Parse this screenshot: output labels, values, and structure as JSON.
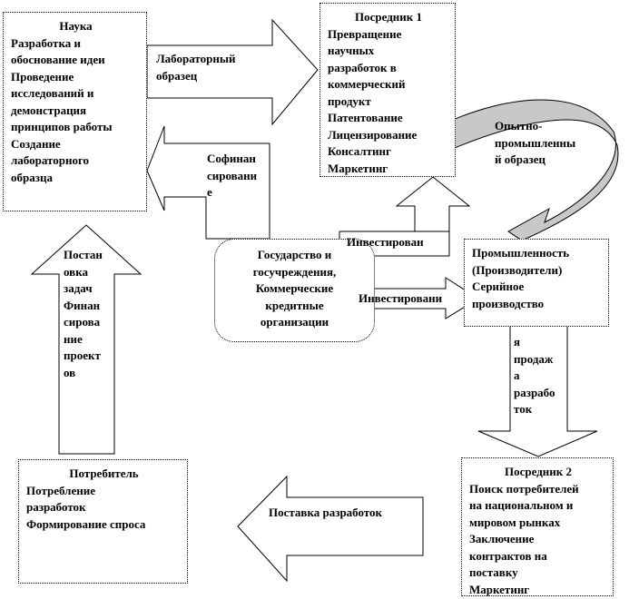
{
  "nauka": {
    "title": "Наука",
    "lines": [
      "Разработка и",
      "обоснование идеи",
      "Проведение",
      "исследований и",
      "демонстрация",
      "принципов работы",
      "Создание",
      "лабораторного",
      "образца"
    ]
  },
  "posrednik1": {
    "title": "Посредник 1",
    "lines": [
      "Превращение",
      "научных",
      "разработок в",
      "коммерческий",
      "продукт",
      "Патентование",
      "Лицензирование",
      "Консалтинг",
      "Маркетинг"
    ]
  },
  "promyshlennost": {
    "title_lines": [
      "Промышленность",
      "(Производители)"
    ],
    "lines": [
      "Серийное",
      "производство"
    ]
  },
  "gosudarstvo": {
    "lines": [
      "Государство и",
      "госучреждения,",
      "Коммерческие",
      "кредитные",
      "организации"
    ]
  },
  "potrebitel": {
    "title": "Потребитель",
    "lines": [
      "Потребление",
      "разработок",
      "Формирование спроса"
    ]
  },
  "posrednik2": {
    "title": "Посредник 2",
    "lines": [
      "Поиск потребителей",
      "на национальном и",
      "мировом рынках",
      "Заключение",
      "контрактов на",
      "поставку",
      "Маркетинг"
    ]
  },
  "arrows": {
    "lab_sample": [
      "Лабораторный",
      "образец"
    ],
    "cofinancing": [
      "Софинан",
      "сировани",
      "е"
    ],
    "pilot_sample": [
      "Опытно-",
      "промышленны",
      "й образец"
    ],
    "invest_up": "Инвестирован",
    "invest_right": "Инвестировани",
    "sales": [
      "я",
      "продаж",
      "а",
      "разрабо",
      "ток"
    ],
    "tasks": [
      "Постан",
      "овка",
      "задач",
      "Финан",
      "сирова",
      "ние",
      "проект",
      "ов"
    ],
    "supply": "Поставка разработок"
  },
  "colors": {
    "curved_arrow_fill": "#c8c8c8",
    "stroke": "#000000"
  }
}
